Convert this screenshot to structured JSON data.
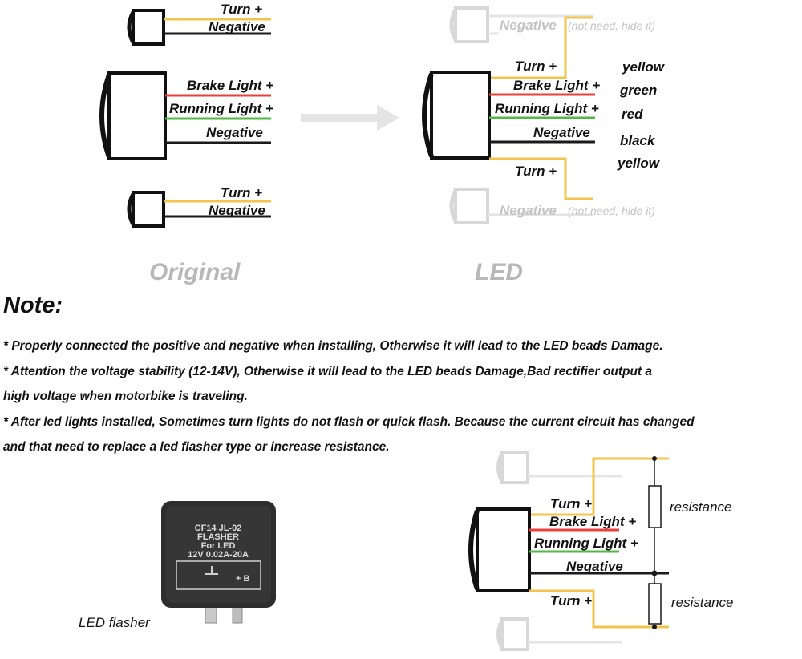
{
  "labels": {
    "turn_plus": "Turn +",
    "negative": "Negative",
    "brake_light_plus": "Brake Light +",
    "running_light_plus": "Running Light +",
    "not_need_hide_it": "(not need, hide it)"
  },
  "colors_words": {
    "yellow": "yellow",
    "green": "green",
    "red": "red",
    "black": "black"
  },
  "captions": {
    "original": "Original",
    "led": "LED"
  },
  "note": {
    "title": "Note:",
    "lines": [
      "* Properly connected the positive and negative when installing, Otherwise it will lead to the LED beads Damage.",
      "* Attention the voltage stability (12-14V), Otherwise it will lead to the LED beads Damage,Bad rectifier output a",
      "high voltage when motorbike is traveling.",
      "* After led lights installed, Sometimes turn lights do not flash or quick flash. Because the current circuit has changed",
      "and that need to replace a led flasher type or increase resistance."
    ]
  },
  "flasher": {
    "line1": "CF14 JL-02",
    "line2": "FLASHER",
    "line3": "For LED",
    "line4": "12V 0.02A-20A",
    "pin": "+ B",
    "caption": "LED flasher"
  },
  "resistance": "resistance",
  "wire_colors": {
    "yellow": "#f2c44e",
    "red": "#e8413a",
    "green": "#53b848",
    "black": "#1a1a1a",
    "ghost": "#d8d8d8",
    "arrow": "#e4e4e4"
  }
}
